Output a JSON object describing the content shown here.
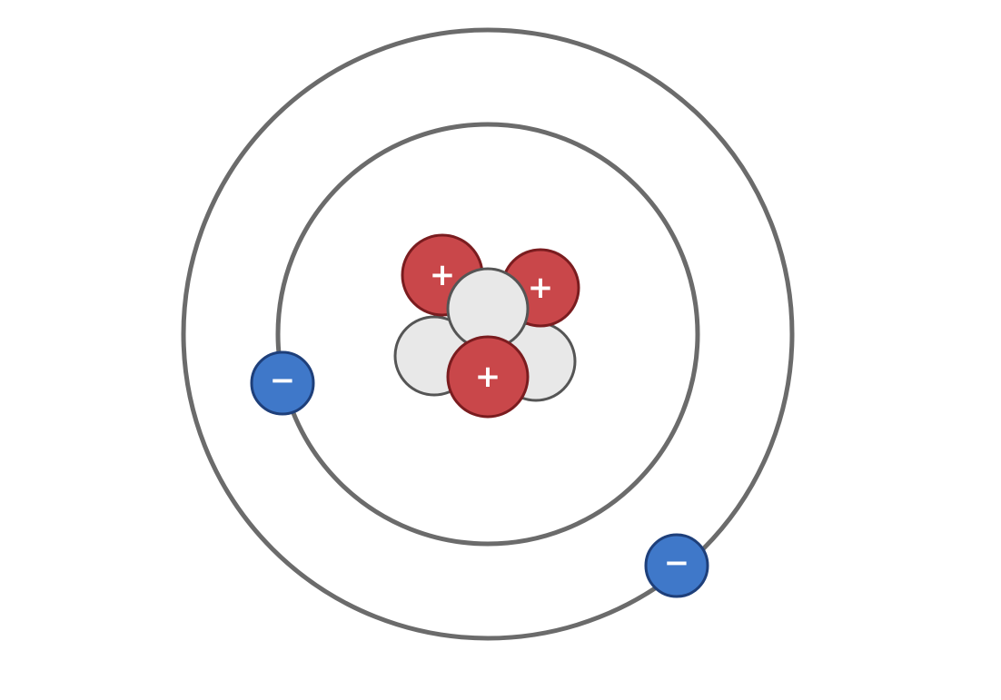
{
  "colors": {
    "orbit": "#6b6b6b",
    "proton_fill": "#c9474a",
    "proton_stroke": "#7a1c1f",
    "neutron_fill": "#e8e8e8",
    "neutron_stroke": "#555555",
    "electron_fill": "#3f78c9",
    "electron_stroke": "#1e3f7a"
  },
  "nucleus": {
    "proton_sign": "+",
    "proton_count": 3,
    "neutron_count": 3
  },
  "electrons": {
    "sign": "−",
    "count": 2
  },
  "shells": {
    "count": 2
  }
}
